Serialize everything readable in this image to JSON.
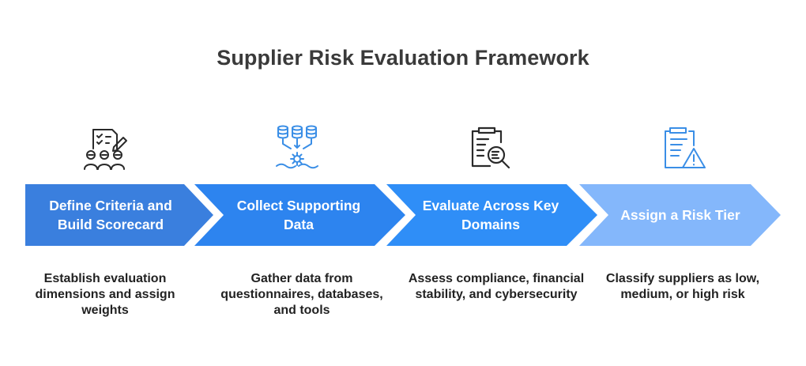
{
  "title": "Supplier Risk Evaluation Framework",
  "colors": {
    "step1": "#3a7fde",
    "step2": "#2d84ef",
    "step3": "#2f8ef7",
    "step4": "#84b7fb",
    "icon_dark": "#2a2a2a",
    "icon_blue": "#3a8ee6"
  },
  "steps": [
    {
      "label": "Define Criteria and Build Scorecard",
      "description": "Establish evaluation dimensions and assign weights",
      "icon": "checklist-people-icon"
    },
    {
      "label": "Collect Supporting Data",
      "description": "Gather data from questionnaires, databases, and tools",
      "icon": "databases-gear-icon"
    },
    {
      "label": "Evaluate Across Key Domains",
      "description": "Assess compliance, financial stability, and cybersecurity",
      "icon": "document-magnifier-icon"
    },
    {
      "label": "Assign a Risk Tier",
      "description": "Classify suppliers as low, medium, or high risk",
      "icon": "clipboard-warning-icon"
    }
  ]
}
